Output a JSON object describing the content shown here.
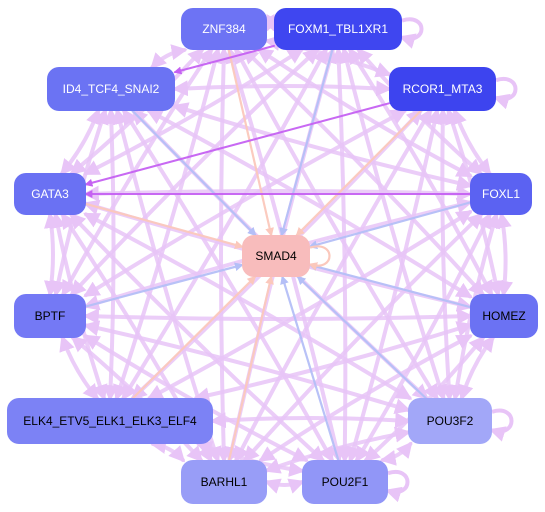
{
  "nodes": [
    {
      "id": "ZNF384",
      "label": "ZNF384",
      "fill": "#6d73f4",
      "text_color": "#ffffff"
    },
    {
      "id": "FOXM1_TBL1XR1",
      "label": "FOXM1_TBL1XR1",
      "fill": "#3f46f0",
      "text_color": "#ffffff"
    },
    {
      "id": "ID4_TCF4_SNAI2",
      "label": "ID4_TCF4_SNAI2",
      "fill": "#6b73f3",
      "text_color": "#ffffff"
    },
    {
      "id": "RCOR1_MTA3",
      "label": "RCOR1_MTA3",
      "fill": "#3d44ef",
      "text_color": "#ffffff"
    },
    {
      "id": "GATA3",
      "label": "GATA3",
      "fill": "#6a71f3",
      "text_color": "#ffffff"
    },
    {
      "id": "FOXL1",
      "label": "FOXL1",
      "fill": "#5b62f2",
      "text_color": "#ffffff"
    },
    {
      "id": "SMAD4",
      "label": "SMAD4",
      "fill": "#f8bcbc",
      "text_color": "#000000"
    },
    {
      "id": "BPTF",
      "label": "BPTF",
      "fill": "#7479f5",
      "text_color": "#000000"
    },
    {
      "id": "HOMEZ",
      "label": "HOMEZ",
      "fill": "#6b72f3",
      "text_color": "#000000"
    },
    {
      "id": "ELK4_ETV5_ELK1_ELK3_ELF4",
      "label": "ELK4_ETV5_ELK1_ELK3_ELF4",
      "fill": "#7c82f5",
      "text_color": "#000000"
    },
    {
      "id": "POU3F2",
      "label": "POU3F2",
      "fill": "#a2a7f8",
      "text_color": "#000000"
    },
    {
      "id": "BARHL1",
      "label": "BARHL1",
      "fill": "#989df7",
      "text_color": "#000000"
    },
    {
      "id": "POU2F1",
      "label": "POU2F1",
      "fill": "#9196f7",
      "text_color": "#000000"
    }
  ],
  "edge_colors": {
    "regulates": "#e8c4f7",
    "strong": "#c561f2",
    "to_target_blue": "#b4bff7",
    "to_target_peach": "#fbc8bc"
  },
  "edges": [
    {
      "from": "ZNF384",
      "to": "SMAD4",
      "kind": "to_target_peach"
    },
    {
      "from": "FOXM1_TBL1XR1",
      "to": "SMAD4",
      "kind": "to_target_blue"
    },
    {
      "from": "ID4_TCF4_SNAI2",
      "to": "SMAD4",
      "kind": "to_target_blue"
    },
    {
      "from": "RCOR1_MTA3",
      "to": "SMAD4",
      "kind": "to_target_peach"
    },
    {
      "from": "GATA3",
      "to": "SMAD4",
      "kind": "to_target_peach"
    },
    {
      "from": "FOXL1",
      "to": "SMAD4",
      "kind": "to_target_blue"
    },
    {
      "from": "BPTF",
      "to": "SMAD4",
      "kind": "to_target_blue"
    },
    {
      "from": "HOMEZ",
      "to": "SMAD4",
      "kind": "to_target_blue"
    },
    {
      "from": "ELK4_ETV5_ELK1_ELK3_ELF4",
      "to": "SMAD4",
      "kind": "to_target_peach"
    },
    {
      "from": "POU3F2",
      "to": "SMAD4",
      "kind": "to_target_blue"
    },
    {
      "from": "BARHL1",
      "to": "SMAD4",
      "kind": "to_target_peach"
    },
    {
      "from": "POU2F1",
      "to": "SMAD4",
      "kind": "to_target_blue"
    },
    {
      "from": "RCOR1_MTA3",
      "to": "GATA3",
      "kind": "strong"
    },
    {
      "from": "FOXM1_TBL1XR1",
      "to": "ID4_TCF4_SNAI2",
      "kind": "strong"
    },
    {
      "from": "FOXL1",
      "to": "GATA3",
      "kind": "strong"
    },
    {
      "from": "ZNF384",
      "to": "GATA3",
      "kind": "regulates"
    },
    {
      "from": "ZNF384",
      "to": "BPTF",
      "kind": "regulates"
    },
    {
      "from": "ZNF384",
      "to": "ELK4_ETV5_ELK1_ELK3_ELF4",
      "kind": "regulates"
    },
    {
      "from": "ZNF384",
      "to": "BARHL1",
      "kind": "regulates"
    },
    {
      "from": "ZNF384",
      "to": "POU2F1",
      "kind": "regulates"
    },
    {
      "from": "ZNF384",
      "to": "POU3F2",
      "kind": "regulates"
    },
    {
      "from": "ZNF384",
      "to": "HOMEZ",
      "kind": "regulates"
    },
    {
      "from": "ZNF384",
      "to": "FOXL1",
      "kind": "regulates"
    },
    {
      "from": "ZNF384",
      "to": "RCOR1_MTA3",
      "kind": "regulates"
    },
    {
      "from": "ZNF384",
      "to": "ID4_TCF4_SNAI2",
      "kind": "regulates"
    },
    {
      "from": "FOXM1_TBL1XR1",
      "to": "GATA3",
      "kind": "regulates"
    },
    {
      "from": "FOXM1_TBL1XR1",
      "to": "BPTF",
      "kind": "regulates"
    },
    {
      "from": "FOXM1_TBL1XR1",
      "to": "ELK4_ETV5_ELK1_ELK3_ELF4",
      "kind": "regulates"
    },
    {
      "from": "FOXM1_TBL1XR1",
      "to": "BARHL1",
      "kind": "regulates"
    },
    {
      "from": "FOXM1_TBL1XR1",
      "to": "POU2F1",
      "kind": "regulates"
    },
    {
      "from": "FOXM1_TBL1XR1",
      "to": "POU3F2",
      "kind": "regulates"
    },
    {
      "from": "FOXM1_TBL1XR1",
      "to": "HOMEZ",
      "kind": "regulates"
    },
    {
      "from": "FOXM1_TBL1XR1",
      "to": "FOXL1",
      "kind": "regulates"
    },
    {
      "from": "ID4_TCF4_SNAI2",
      "to": "GATA3",
      "kind": "regulates"
    },
    {
      "from": "ID4_TCF4_SNAI2",
      "to": "BPTF",
      "kind": "regulates"
    },
    {
      "from": "ID4_TCF4_SNAI2",
      "to": "ELK4_ETV5_ELK1_ELK3_ELF4",
      "kind": "regulates"
    },
    {
      "from": "ID4_TCF4_SNAI2",
      "to": "BARHL1",
      "kind": "regulates"
    },
    {
      "from": "ID4_TCF4_SNAI2",
      "to": "POU2F1",
      "kind": "regulates"
    },
    {
      "from": "ID4_TCF4_SNAI2",
      "to": "POU3F2",
      "kind": "regulates"
    },
    {
      "from": "ID4_TCF4_SNAI2",
      "to": "HOMEZ",
      "kind": "regulates"
    },
    {
      "from": "ID4_TCF4_SNAI2",
      "to": "FOXL1",
      "kind": "regulates"
    },
    {
      "from": "ID4_TCF4_SNAI2",
      "to": "RCOR1_MTA3",
      "kind": "regulates"
    },
    {
      "from": "RCOR1_MTA3",
      "to": "BPTF",
      "kind": "regulates"
    },
    {
      "from": "RCOR1_MTA3",
      "to": "ELK4_ETV5_ELK1_ELK3_ELF4",
      "kind": "regulates"
    },
    {
      "from": "RCOR1_MTA3",
      "to": "BARHL1",
      "kind": "regulates"
    },
    {
      "from": "RCOR1_MTA3",
      "to": "POU2F1",
      "kind": "regulates"
    },
    {
      "from": "RCOR1_MTA3",
      "to": "POU3F2",
      "kind": "regulates"
    },
    {
      "from": "RCOR1_MTA3",
      "to": "HOMEZ",
      "kind": "regulates"
    },
    {
      "from": "RCOR1_MTA3",
      "to": "FOXL1",
      "kind": "regulates"
    },
    {
      "from": "GATA3",
      "to": "BPTF",
      "kind": "regulates"
    },
    {
      "from": "GATA3",
      "to": "ELK4_ETV5_ELK1_ELK3_ELF4",
      "kind": "regulates"
    },
    {
      "from": "GATA3",
      "to": "BARHL1",
      "kind": "regulates"
    },
    {
      "from": "GATA3",
      "to": "POU2F1",
      "kind": "regulates"
    },
    {
      "from": "GATA3",
      "to": "POU3F2",
      "kind": "regulates"
    },
    {
      "from": "GATA3",
      "to": "HOMEZ",
      "kind": "regulates"
    },
    {
      "from": "GATA3",
      "to": "FOXL1",
      "kind": "regulates"
    },
    {
      "from": "FOXL1",
      "to": "BPTF",
      "kind": "regulates"
    },
    {
      "from": "FOXL1",
      "to": "ELK4_ETV5_ELK1_ELK3_ELF4",
      "kind": "regulates"
    },
    {
      "from": "FOXL1",
      "to": "BARHL1",
      "kind": "regulates"
    },
    {
      "from": "FOXL1",
      "to": "POU2F1",
      "kind": "regulates"
    },
    {
      "from": "FOXL1",
      "to": "POU3F2",
      "kind": "regulates"
    },
    {
      "from": "FOXL1",
      "to": "HOMEZ",
      "kind": "regulates"
    },
    {
      "from": "BPTF",
      "to": "ELK4_ETV5_ELK1_ELK3_ELF4",
      "kind": "regulates"
    },
    {
      "from": "BPTF",
      "to": "BARHL1",
      "kind": "regulates"
    },
    {
      "from": "BPTF",
      "to": "POU2F1",
      "kind": "regulates"
    },
    {
      "from": "BPTF",
      "to": "POU3F2",
      "kind": "regulates"
    },
    {
      "from": "BPTF",
      "to": "HOMEZ",
      "kind": "regulates"
    },
    {
      "from": "HOMEZ",
      "to": "ELK4_ETV5_ELK1_ELK3_ELF4",
      "kind": "regulates"
    },
    {
      "from": "HOMEZ",
      "to": "BARHL1",
      "kind": "regulates"
    },
    {
      "from": "HOMEZ",
      "to": "POU2F1",
      "kind": "regulates"
    },
    {
      "from": "HOMEZ",
      "to": "POU3F2",
      "kind": "regulates"
    },
    {
      "from": "ELK4_ETV5_ELK1_ELK3_ELF4",
      "to": "BARHL1",
      "kind": "regulates"
    },
    {
      "from": "ELK4_ETV5_ELK1_ELK3_ELF4",
      "to": "POU2F1",
      "kind": "regulates"
    },
    {
      "from": "ELK4_ETV5_ELK1_ELK3_ELF4",
      "to": "POU3F2",
      "kind": "regulates"
    },
    {
      "from": "POU3F2",
      "to": "BARHL1",
      "kind": "regulates"
    },
    {
      "from": "POU3F2",
      "to": "POU2F1",
      "kind": "regulates"
    },
    {
      "from": "BARHL1",
      "to": "POU2F1",
      "kind": "regulates"
    },
    {
      "from": "ZNF384",
      "to": "FOXM1_TBL1XR1",
      "kind": "regulates"
    }
  ],
  "self_loops": [
    "FOXM1_TBL1XR1",
    "RCOR1_MTA3",
    "POU3F2",
    "POU2F1",
    "SMAD4"
  ]
}
